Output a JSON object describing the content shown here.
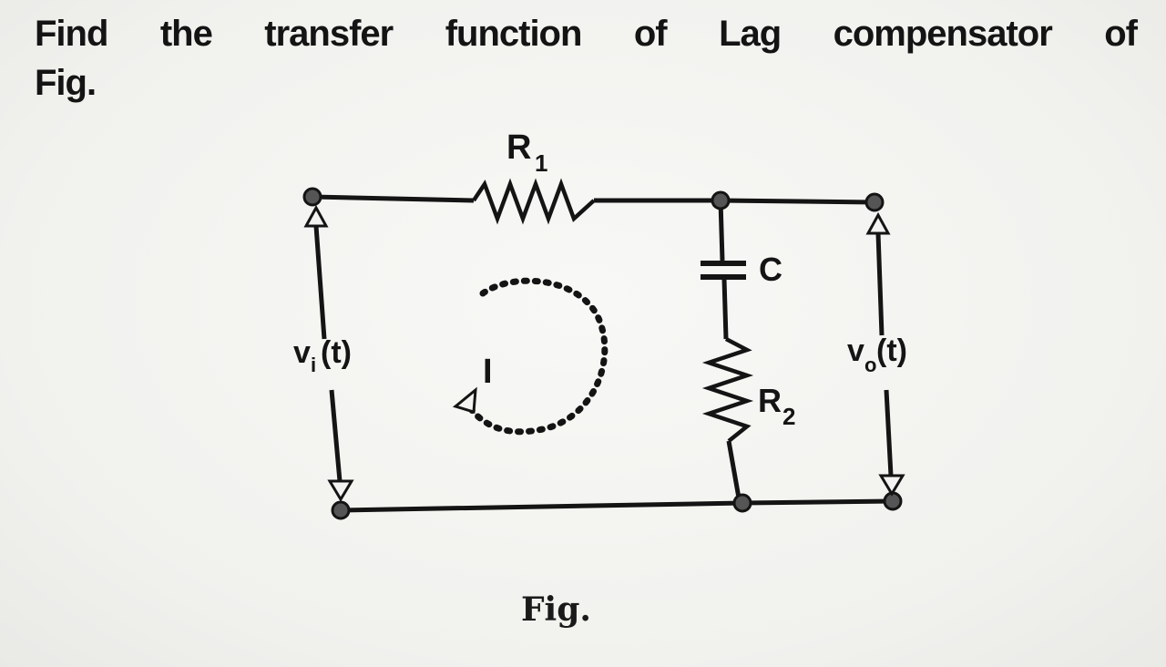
{
  "question": {
    "words_line1": [
      "Find",
      "the",
      "transfer",
      "function",
      "of",
      "Lag",
      "compensator",
      "of"
    ],
    "line2": "Fig."
  },
  "diagram": {
    "resistor1_label": "R",
    "resistor1_sub": "1",
    "capacitor_label": "C",
    "resistor2_label": "R",
    "resistor2_sub": "2",
    "input_label": "v",
    "input_sub": "i",
    "input_suffix": "(t)",
    "output_label": "v",
    "output_sub": "o",
    "output_suffix": "(t)",
    "current_label": "I"
  },
  "caption": "Fig."
}
